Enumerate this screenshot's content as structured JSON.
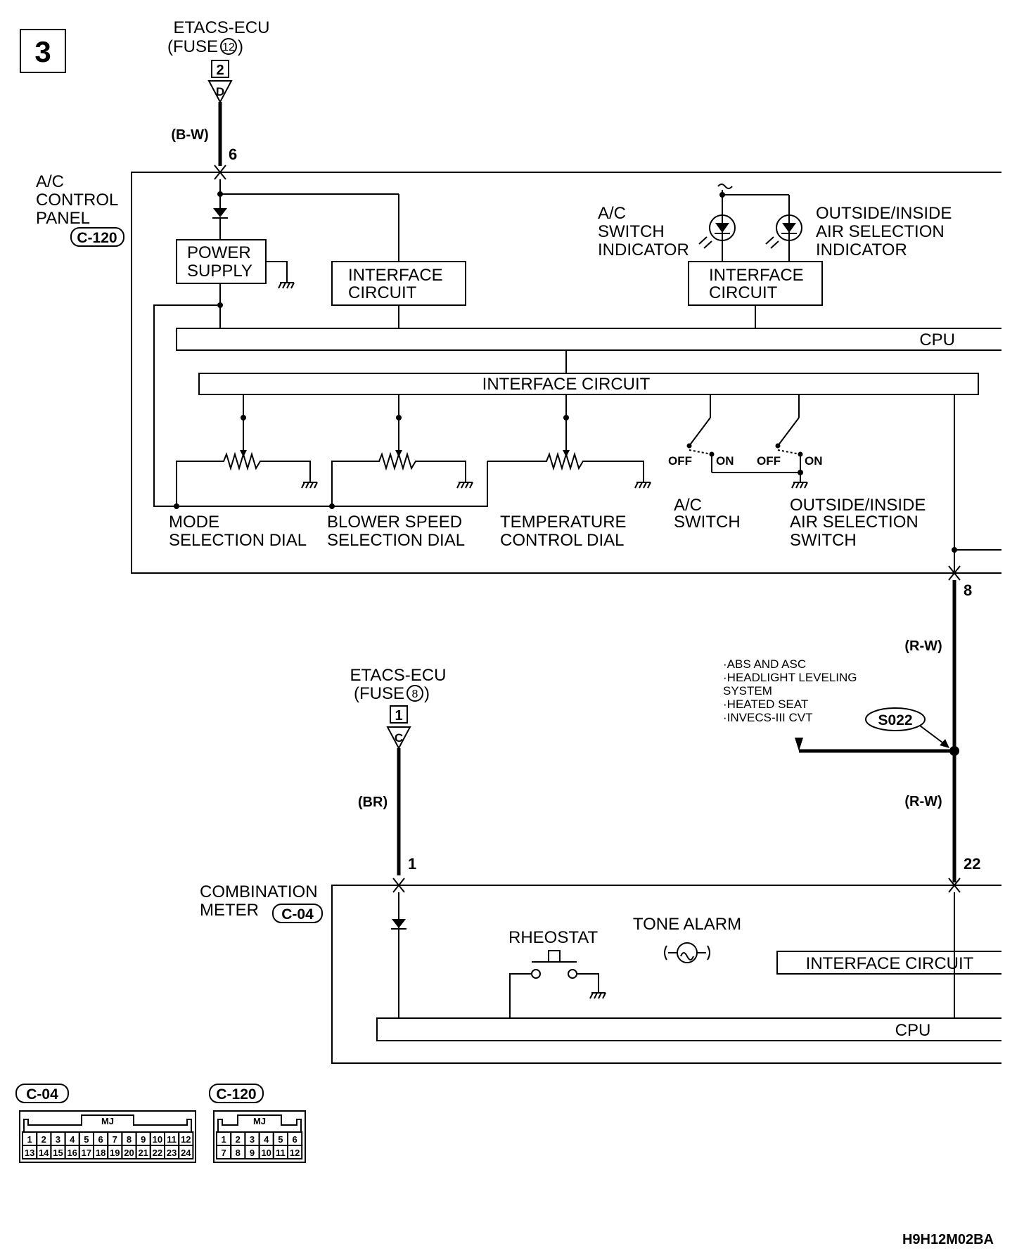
{
  "page_number": "3",
  "figure_code": "H9H12M02BA",
  "top_source": {
    "name": "ETACS-ECU",
    "fuse_prefix": "(FUSE",
    "fuse_number": "12",
    "fuse_suffix": ")",
    "pin": "2",
    "connector_letter": "D",
    "wire_color": "(B-W)",
    "panel_pin": "6"
  },
  "ac_panel": {
    "title_lines": [
      "A/C",
      "CONTROL",
      "PANEL"
    ],
    "connector": "C-120",
    "power_supply_lines": [
      "POWER",
      "SUPPLY"
    ],
    "interface_left_lines": [
      "INTERFACE",
      "CIRCUIT"
    ],
    "interface_right_lines": [
      "INTERFACE",
      "CIRCUIT"
    ],
    "ac_indicator_lines": [
      "A/C",
      "SWITCH",
      "INDICATOR"
    ],
    "air_indicator_lines": [
      "OUTSIDE/INSIDE",
      "AIR SELECTION",
      "INDICATOR"
    ],
    "cpu_label": "CPU",
    "interface_bar_label": "INTERFACE CIRCUIT",
    "mode_dial_lines": [
      "MODE",
      "SELECTION DIAL"
    ],
    "blower_dial_lines": [
      "BLOWER SPEED",
      "SELECTION DIAL"
    ],
    "temp_dial_lines": [
      "TEMPERATURE",
      "CONTROL DIAL"
    ],
    "ac_switch_lines": [
      "A/C",
      "SWITCH"
    ],
    "air_switch_lines": [
      "OUTSIDE/INSIDE",
      "AIR SELECTION",
      "SWITCH"
    ],
    "off_label": "OFF",
    "on_label": "ON",
    "output_pin": "8"
  },
  "splice": {
    "wire_color_upper": "(R-W)",
    "wire_color_lower": "(R-W)",
    "id": "S022",
    "systems": [
      "·ABS AND ASC",
      "·HEADLIGHT LEVELING",
      " SYSTEM",
      "·HEATED SEAT",
      "·INVECS-III CVT"
    ]
  },
  "mid_source": {
    "name": "ETACS-ECU",
    "fuse_prefix": "(FUSE",
    "fuse_number": "8",
    "fuse_suffix": ")",
    "pin": "1",
    "connector_letter": "C",
    "wire_color": "(BR)",
    "meter_pin": "1"
  },
  "meter": {
    "title_lines": [
      "COMBINATION",
      "METER"
    ],
    "connector": "C-04",
    "rheostat_label": "RHEOSTAT",
    "tone_alarm_label": "TONE ALARM",
    "interface_label": "INTERFACE CIRCUIT",
    "cpu_label": "CPU",
    "input_pin": "22"
  },
  "connectors": {
    "c04": {
      "label": "C-04",
      "tag": "MJ",
      "row1": [
        "1",
        "2",
        "3",
        "4",
        "5",
        "6",
        "7",
        "8",
        "9",
        "10",
        "11",
        "12"
      ],
      "row2": [
        "13",
        "14",
        "15",
        "16",
        "17",
        "18",
        "19",
        "20",
        "21",
        "22",
        "23",
        "24"
      ]
    },
    "c120": {
      "label": "C-120",
      "tag": "MJ",
      "row1": [
        "1",
        "2",
        "3",
        "4",
        "5",
        "6"
      ],
      "row2": [
        "7",
        "8",
        "9",
        "10",
        "11",
        "12"
      ]
    }
  }
}
